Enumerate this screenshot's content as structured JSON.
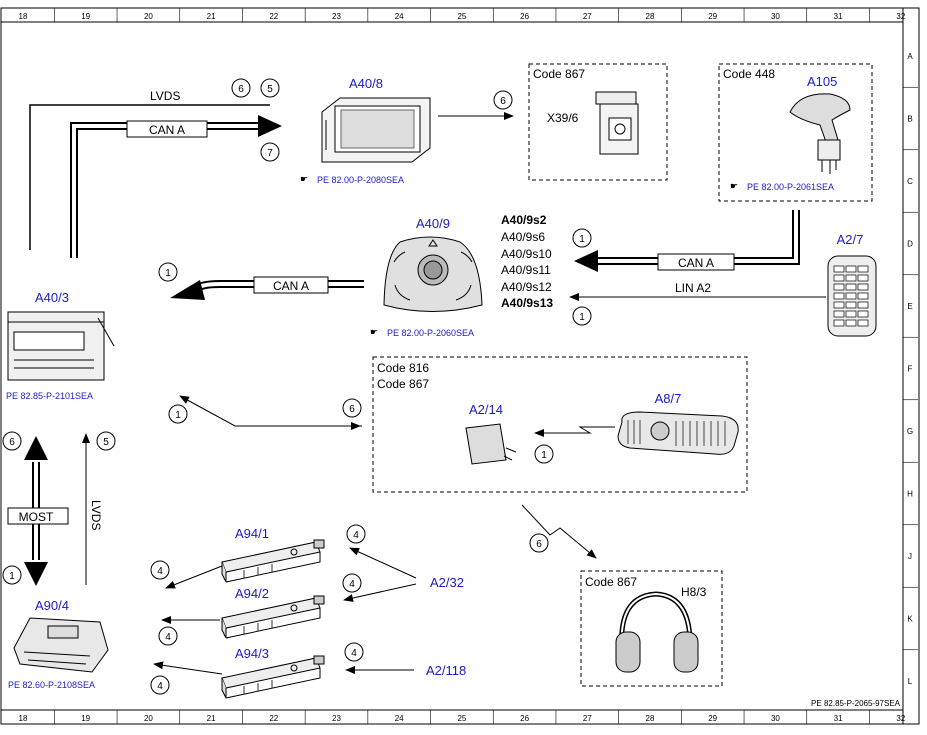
{
  "grid": {
    "columns": [
      "18",
      "19",
      "20",
      "21",
      "22",
      "23",
      "24",
      "25",
      "26",
      "27",
      "28",
      "29",
      "30",
      "31",
      "32"
    ],
    "rows": [
      "A",
      "B",
      "C",
      "D",
      "E",
      "F",
      "G",
      "H",
      "J",
      "K",
      "L"
    ]
  },
  "footer_ref": "PE 82.85-P-2065-97SEA",
  "colors": {
    "blue": "#1a1acc",
    "line": "#000000"
  },
  "components": {
    "a40_8": {
      "id": "A40/8",
      "ref": "PE 82.00-P-2080SEA"
    },
    "x39_6": {
      "code": "Code 867",
      "id": "X39/6"
    },
    "a105": {
      "code": "Code 448",
      "id": "A105",
      "ref": "PE 82.00-P-2061SEA"
    },
    "a40_9": {
      "id": "A40/9",
      "ref": "PE 82.00-P-2060SEA"
    },
    "a40_9s": [
      "A40/9s2",
      "A40/9s6",
      "A40/9s10",
      "A40/9s11",
      "A40/9s12",
      "A40/9s13"
    ],
    "a2_7": {
      "id": "A2/7"
    },
    "a40_3": {
      "id": "A40/3",
      "ref": "PE 82.85-P-2101SEA"
    },
    "code816box": {
      "code1": "Code 816",
      "code2": "Code 867"
    },
    "a2_14": {
      "id": "A2/14"
    },
    "a8_7": {
      "id": "A8/7"
    },
    "h8_3": {
      "code": "Code 867",
      "id": "H8/3"
    },
    "a94_1": {
      "id": "A94/1"
    },
    "a94_2": {
      "id": "A94/2"
    },
    "a94_3": {
      "id": "A94/3"
    },
    "a2_32": {
      "id": "A2/32"
    },
    "a2_118": {
      "id": "A2/118"
    },
    "a90_4": {
      "id": "A90/4",
      "ref": "PE 82.60-P-2108SEA"
    }
  },
  "lines": {
    "lvds_top": "LVDS",
    "can_a_top": "CAN A",
    "can_a_mid": "CAN A",
    "can_a_right": "CAN A",
    "lin_a2": "LIN A2",
    "most": "MOST",
    "lvds_vert": "LVDS"
  },
  "circles": {
    "c6_top": "6",
    "c5_top": "5",
    "c7": "7",
    "c6_a40_8": "6",
    "c1_s": "1",
    "c1_lin": "1",
    "c1_can_left": "1",
    "c1_left_mid": "1",
    "c6_mid": "6",
    "c1_a2_14": "1",
    "c6_left": "6",
    "c5_left": "5",
    "c1_left_bottom": "1",
    "c6_h8": "6",
    "c4_a94_1_left": "4",
    "c4_a94_1_right": "4",
    "c4_a94_2_left": "4",
    "c4_a94_2_right": "4",
    "c4_a94_3_left": "4",
    "c4_a94_3_right": "4"
  }
}
